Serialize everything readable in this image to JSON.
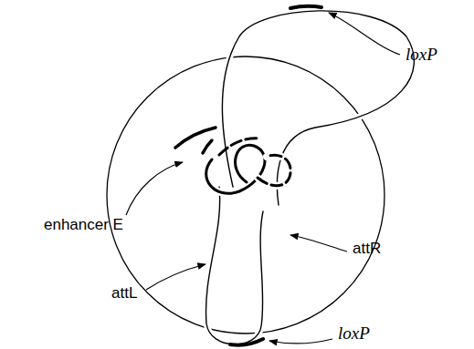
{
  "diagram": {
    "labels": [
      "loxP",
      "enhancer E",
      "attL",
      "attR",
      "loxP"
    ]
  }
}
